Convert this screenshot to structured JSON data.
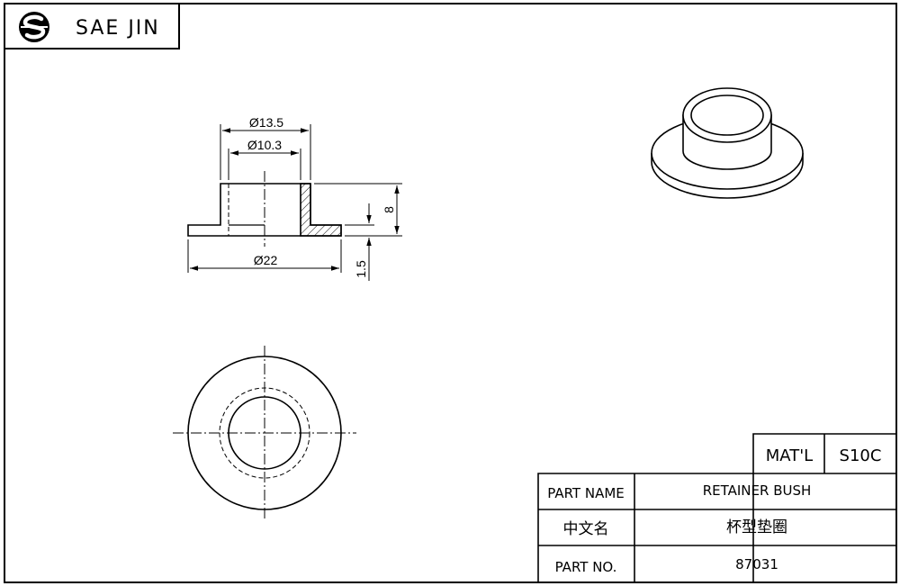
{
  "brand": {
    "logo_icon": "sae-jin-logo-icon",
    "name": "SAE JIN"
  },
  "dimensions": {
    "outer_cup_diameter": "Ø13.5",
    "inner_bore_diameter": "Ø10.3",
    "flange_diameter": "Ø22",
    "total_height": "8",
    "flange_thickness": "1.5"
  },
  "title_block": {
    "material_label": "MAT'L",
    "material_value": "S10C",
    "part_name_label": "PART NAME",
    "part_name_value": "RETAINER BUSH",
    "chinese_name_label": "中文名",
    "chinese_name_value": "杯型垫圈",
    "part_no_label": "PART NO.",
    "part_no_value": "87031"
  },
  "colors": {
    "line": "#000000",
    "background": "#ffffff"
  }
}
